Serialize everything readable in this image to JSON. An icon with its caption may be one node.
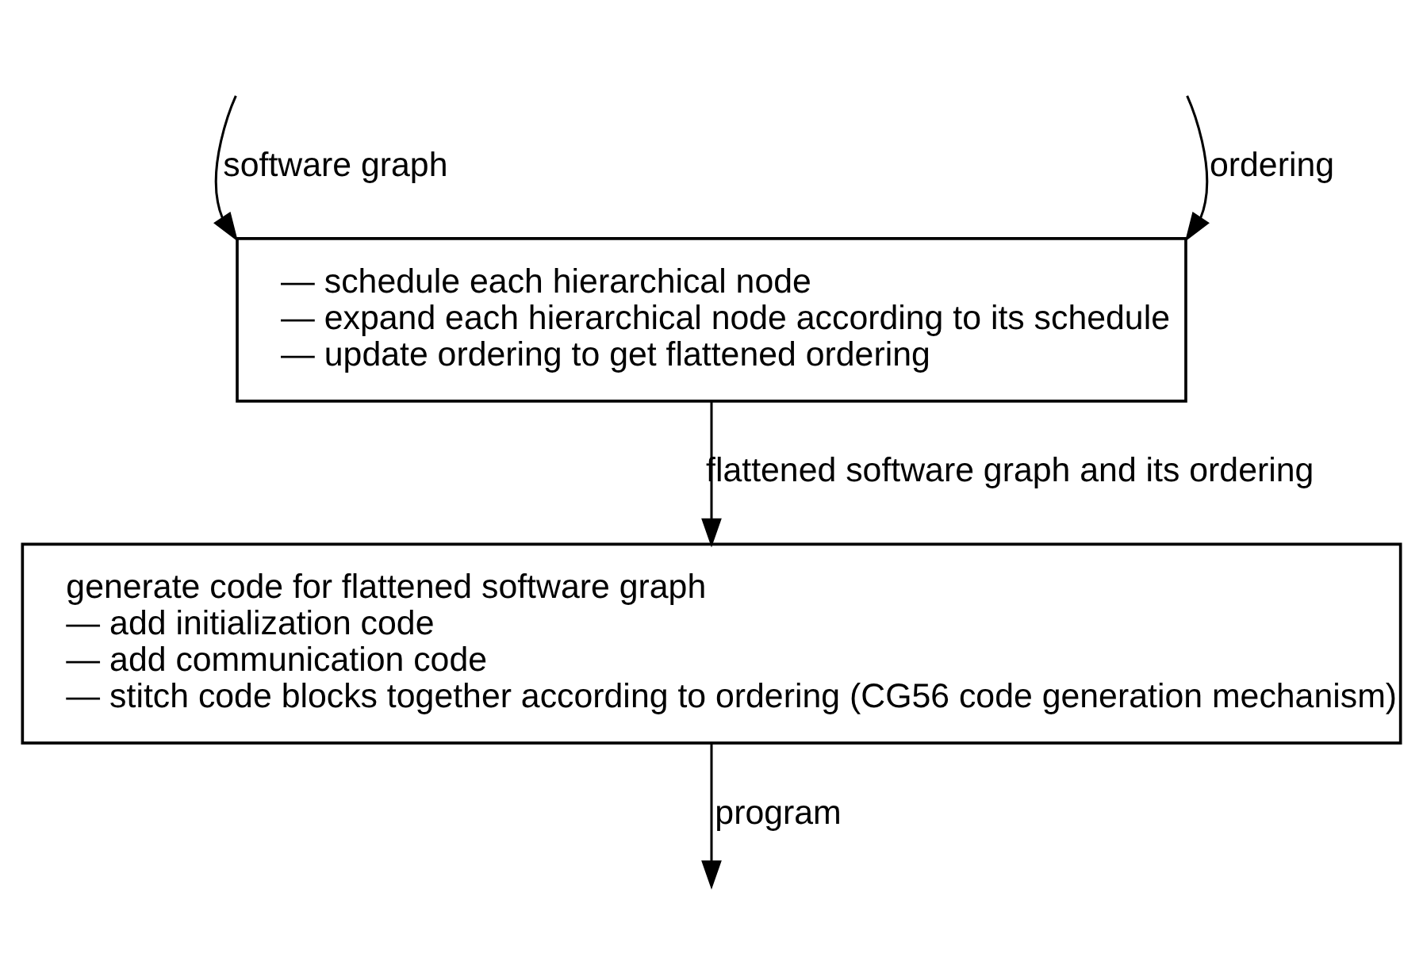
{
  "diagram": {
    "nodes": [
      {
        "text": [
          "— schedule each hierarchical node",
          "— expand each hierarchical node according to its schedule",
          "— update ordering to get flattened ordering"
        ]
      },
      {
        "text": [
          "generate code for flattened software graph",
          "— add initialization code",
          "— add communication code",
          "— stitch code blocks together according to ordering (CG56 code generation mechanism)"
        ]
      }
    ],
    "edges": [
      {
        "from": null,
        "to": 0,
        "arrow": "to",
        "label": "software graph"
      },
      {
        "from": null,
        "to": 0,
        "arrow": "to",
        "label": "ordering"
      },
      {
        "from": 0,
        "to": 1,
        "arrow": "to",
        "label": "flattened software graph and its ordering"
      },
      {
        "from": 1,
        "to": null,
        "arrow": "to",
        "label": "program"
      }
    ]
  }
}
